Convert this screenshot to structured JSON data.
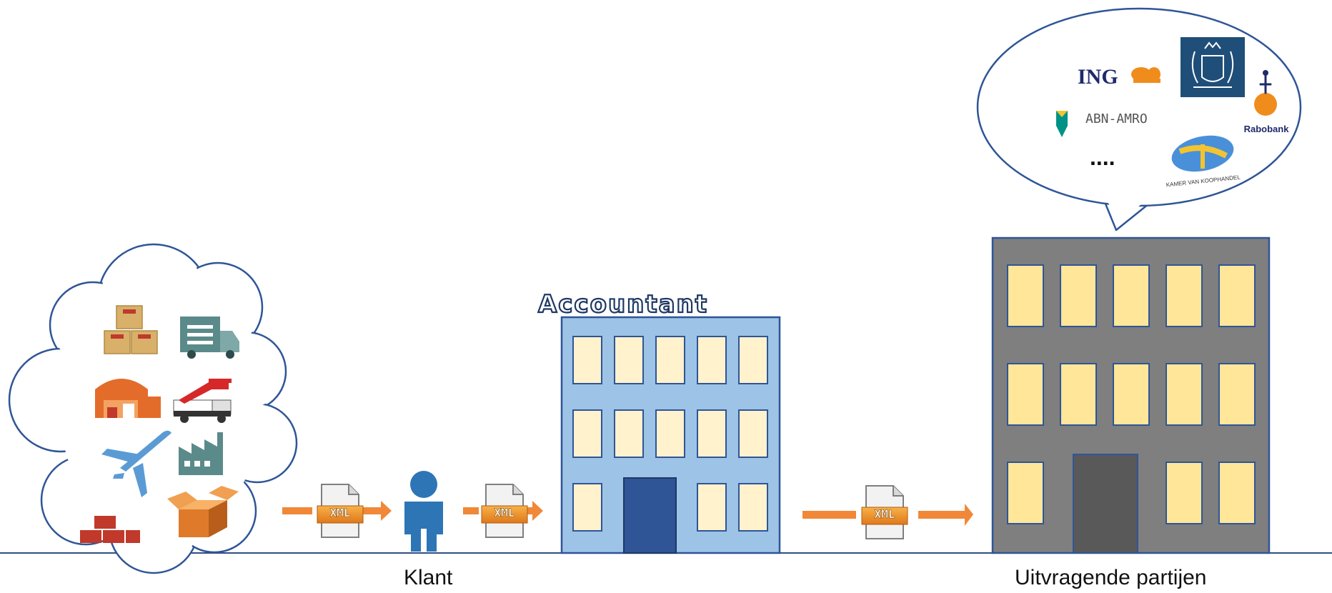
{
  "labels": {
    "accountant": "Accountant",
    "klant": "Klant",
    "uitvragende_partijen": "Uitvragende partijen",
    "xml_doc": "XML"
  },
  "speech_bubble": {
    "logos": {
      "ing": "ING",
      "abn_amro": "ABN-AMRO",
      "rabobank": "Rabobank",
      "ellipsis": "....",
      "kamer_van_koophandel": "KAMER VAN KOOPHANDEL"
    }
  },
  "colors": {
    "arrow": "#f08838",
    "accountant_building": "#9dc3e6",
    "accountant_door": "#2f5597",
    "window_light": "#fff2cc",
    "window_gold": "#ffe699",
    "partijen_building": "#7f7f7f",
    "partijen_door": "#595959",
    "person": "#2e75b6",
    "outline": "#2f5597"
  },
  "icons": [
    "boxes-icon",
    "truck-icon",
    "warehouse-icon",
    "crane-truck-icon",
    "airplane-icon",
    "factory-icon",
    "containers-icon",
    "open-box-icon",
    "person-icon",
    "xml-document-icon"
  ]
}
